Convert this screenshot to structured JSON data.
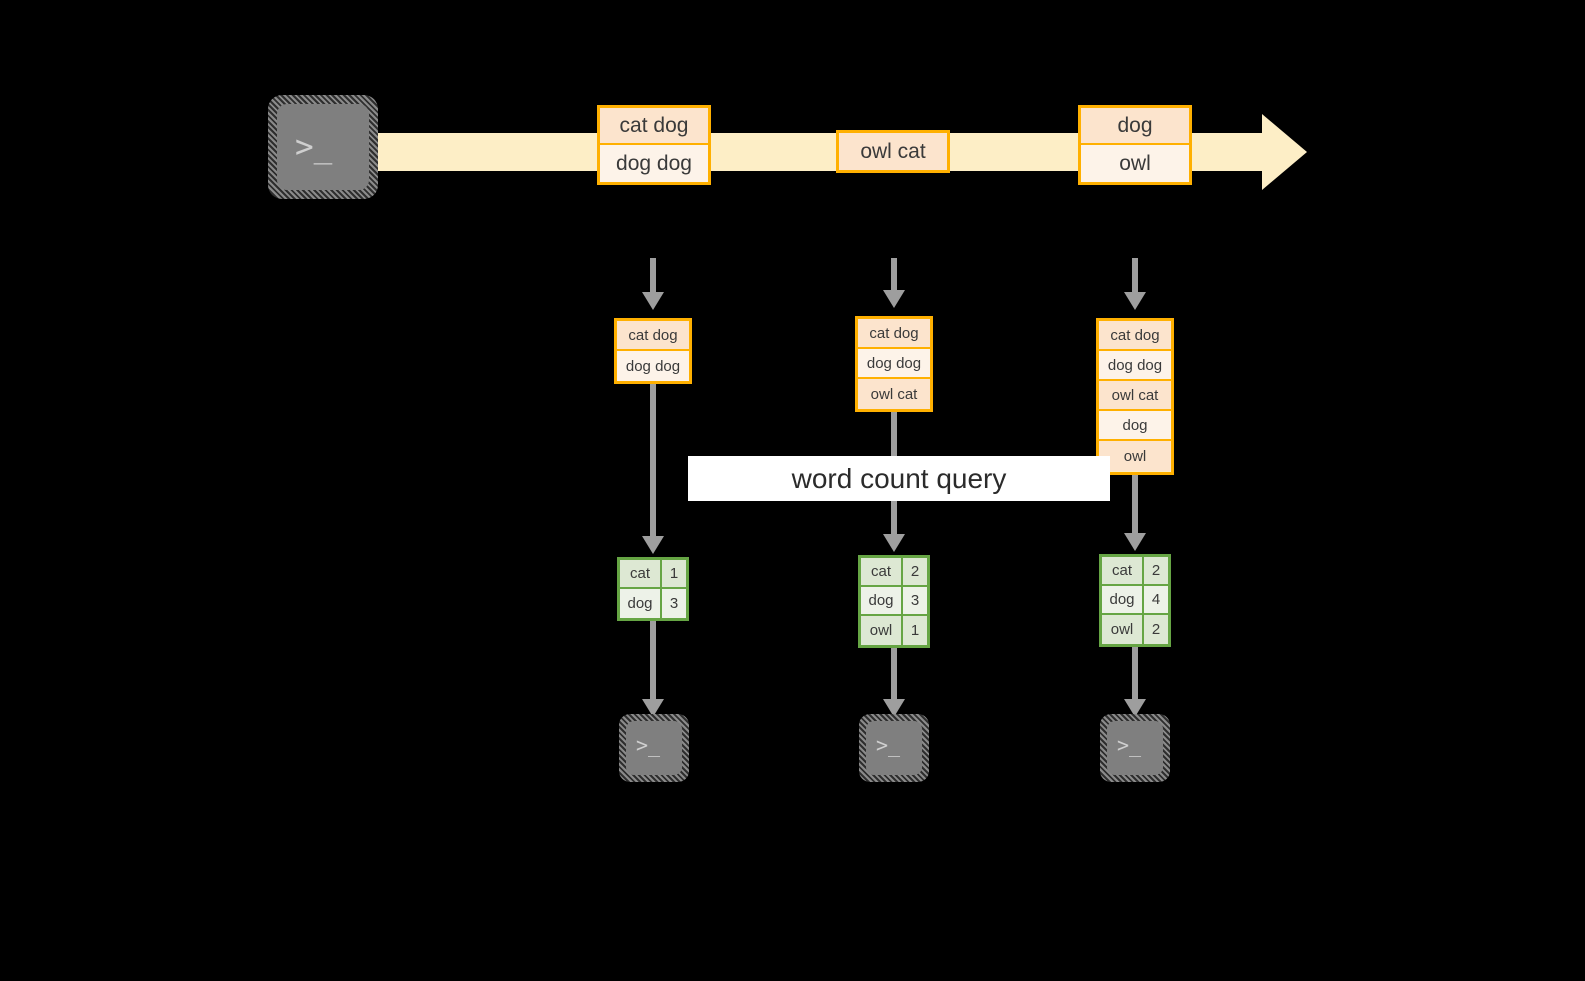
{
  "diagram": {
    "title_label": "word count query",
    "colors": {
      "stream_fill": "#fdeec6",
      "record_border": "#ffb000",
      "record_shade_dark": "#fce4cd",
      "record_shade_light": "#fdf3e9",
      "table_border": "#66a544",
      "table_shade_dark": "#dde8d3",
      "table_shade_light": "#edf2e8",
      "arrow_grey": "#9e9e9e",
      "terminal_fill": "#7f7f7f",
      "background": "#000000",
      "label_band_fill": "#ffffff"
    },
    "producer": {
      "icon": "terminal-icon",
      "prompt": ">_"
    },
    "stream": {
      "name": "event-stream",
      "groups": [
        {
          "name": "stream-group-1",
          "records": [
            "cat dog",
            "dog dog"
          ]
        },
        {
          "name": "stream-group-2",
          "records": [
            "owl cat"
          ]
        },
        {
          "name": "stream-group-3",
          "records": [
            "dog",
            "owl"
          ]
        }
      ]
    },
    "snapshots": [
      {
        "name": "snapshot-1",
        "records": [
          "cat dog",
          "dog dog"
        ],
        "counts": [
          {
            "word": "cat",
            "count": "1"
          },
          {
            "word": "dog",
            "count": "3"
          }
        ],
        "consumer_prompt": ">_"
      },
      {
        "name": "snapshot-2",
        "records": [
          "cat dog",
          "dog dog",
          "owl cat"
        ],
        "counts": [
          {
            "word": "cat",
            "count": "2"
          },
          {
            "word": "dog",
            "count": "3"
          },
          {
            "word": "owl",
            "count": "1"
          }
        ],
        "consumer_prompt": ">_"
      },
      {
        "name": "snapshot-3",
        "records": [
          "cat dog",
          "dog dog",
          "owl cat",
          "dog",
          "owl"
        ],
        "counts": [
          {
            "word": "cat",
            "count": "2"
          },
          {
            "word": "dog",
            "count": "4"
          },
          {
            "word": "owl",
            "count": "2"
          }
        ],
        "consumer_prompt": ">_"
      }
    ]
  }
}
